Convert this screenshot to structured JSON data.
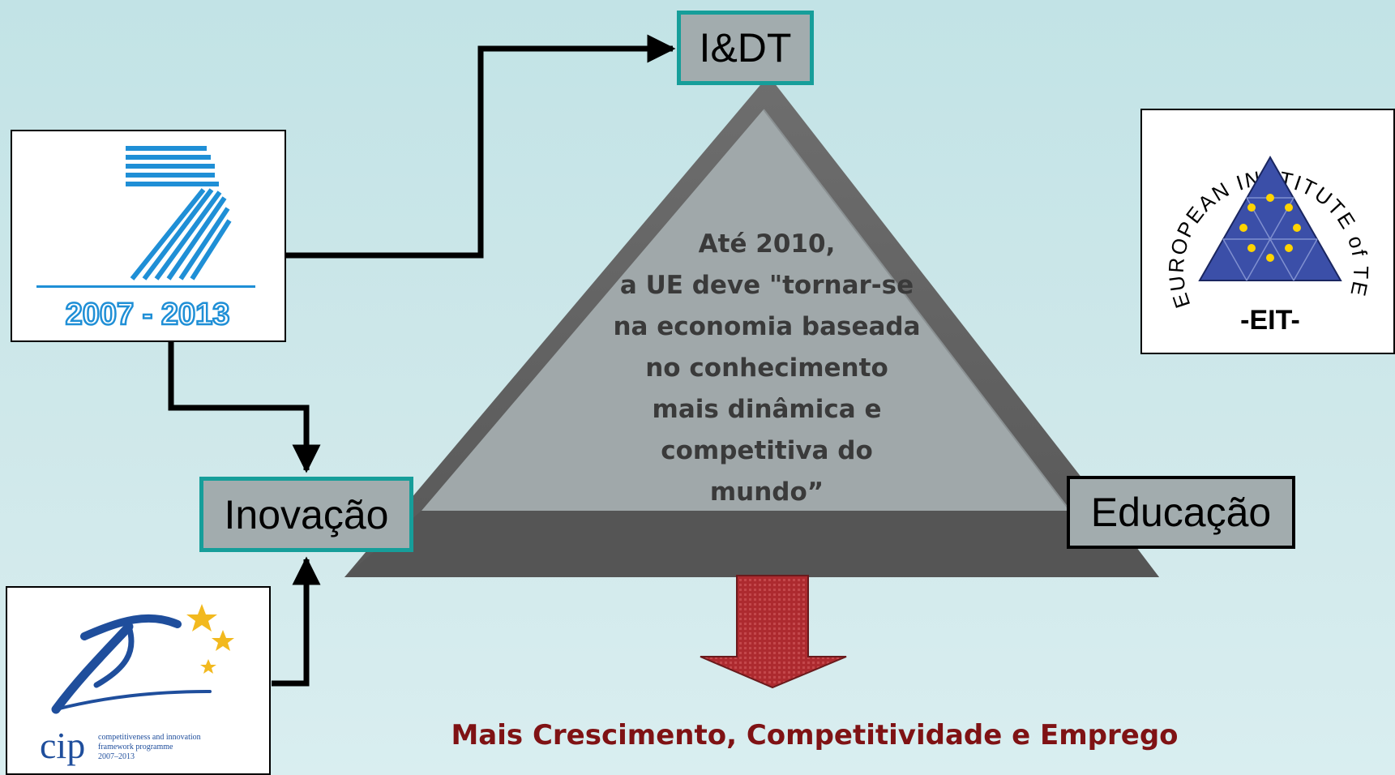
{
  "diagram": {
    "nodes": {
      "top": "I&DT",
      "left": "Inovação",
      "right": "Educação"
    },
    "center_text_lines": [
      "Até 2010,",
      "a UE deve \"tornar-se",
      "na economia baseada",
      "no conhecimento",
      "mais dinâmica e",
      "competitiva do",
      "mundo”"
    ],
    "conclusion": "Mais Crescimento, Competitividade e Emprego"
  },
  "logos": {
    "fp7": {
      "years": "2007 - 2013"
    },
    "eit": {
      "ring_text": "EUROPEAN INSTITUTE of TECHNOLOGY",
      "abbrev": "-EIT-"
    },
    "cip": {
      "abbrev": "cip",
      "line1": "competitiveness and innovation",
      "line2": "framework programme",
      "line3": "2007–2013"
    }
  },
  "colors": {
    "background": "#c8e6e8",
    "node_border_teal": "#169e9a",
    "node_fill": "#a2acae",
    "triangle_frame": "#5f5f5f",
    "triangle_inner": "#a0a8aa",
    "arrow_red": "#a8262b",
    "conclusion_text": "#7f1214",
    "fp7_blue": "#1f8fd6",
    "eit_blue": "#3b4fa8",
    "eit_star": "#ffd400",
    "cip_blue": "#1f4e9c",
    "cip_star": "#f2b91f"
  },
  "icons": [
    "fp7-logo-icon",
    "eit-triangle-icon",
    "cip-runner-icon",
    "down-arrow-icon",
    "star-icon"
  ]
}
